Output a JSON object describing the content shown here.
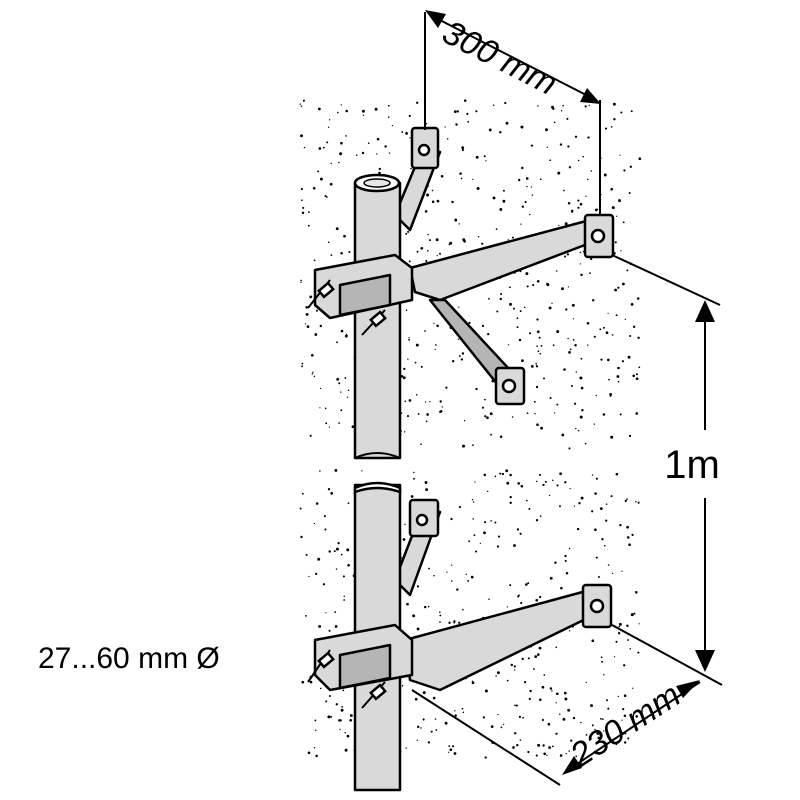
{
  "labels": {
    "width_top": "300 mm",
    "height": "1m",
    "depth_bottom": "230 mm",
    "pipe_diameter": "27...60 mm Ø"
  },
  "colors": {
    "ink": "#000000",
    "steel": "#d9d9d9",
    "steel_shadow": "#b5b5b5",
    "background": "#ffffff"
  },
  "icons": {
    "bolt": "bolt-icon",
    "nut": "nut-icon"
  }
}
